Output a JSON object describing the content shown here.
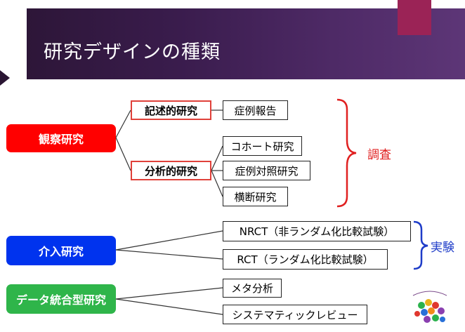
{
  "title": "研究デザインの種類",
  "categories": {
    "observational": "観察研究",
    "intervention": "介入研究",
    "integration": "データ統合型研究"
  },
  "subtypes": {
    "descriptive": "記述的研究",
    "analytical": "分析的研究"
  },
  "leaves": {
    "case_report": "症例報告",
    "cohort": "コホート研究",
    "case_control": "症例対照研究",
    "cross_sectional": "横断研究",
    "nrct": "NRCT（非ランダム化比較試験）",
    "rct": "RCT（ランダム化比較試験）",
    "meta_analysis": "メタ分析",
    "systematic_review": "システマティックレビュー"
  },
  "groups": {
    "survey": "調査",
    "experiment": "実験"
  },
  "colors": {
    "observational": "#ff0000",
    "intervention": "#0033ee",
    "integration": "#2fb54a",
    "survey_label": "#e02020",
    "experiment_label": "#1e3cc8"
  }
}
